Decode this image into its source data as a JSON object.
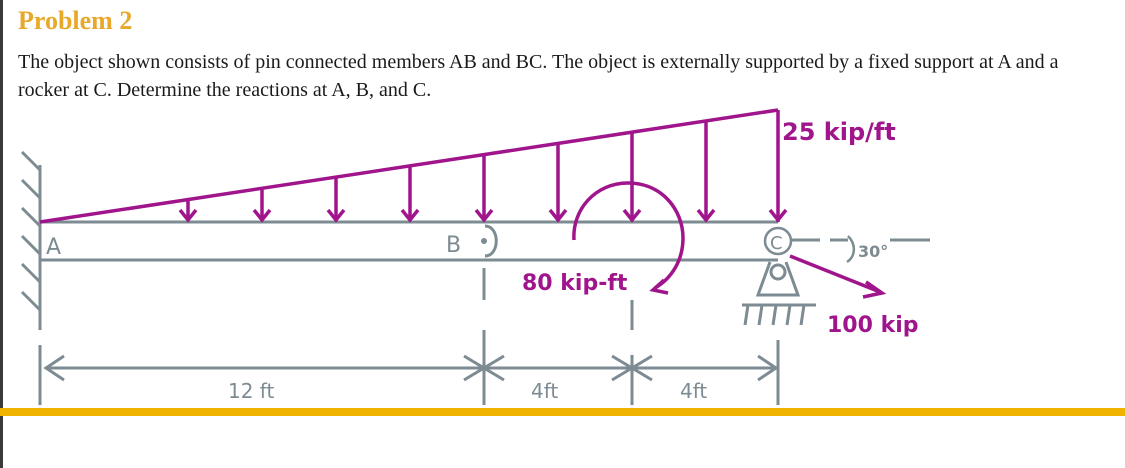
{
  "problem": {
    "title": "Problem 2",
    "statement": "The object shown consists of pin connected members AB and BC. The object is externally supported by a fixed support at A and a rocker at C. Determine the reactions at A, B, and C."
  },
  "diagram": {
    "labels": {
      "point_a": "A",
      "point_b": "B",
      "point_c": "C",
      "distributed_load": "25 kip/ft",
      "moment": "80 kip-ft",
      "point_load": "100 kip",
      "angle": "30°",
      "dim_ab": "12 ft",
      "dim_b_mid": "4ft",
      "dim_mid_c": "4ft"
    },
    "colors": {
      "load": "#a0148c",
      "structure": "#7d8b92",
      "accent": "#f0b400",
      "title": "#e8a92a"
    }
  }
}
